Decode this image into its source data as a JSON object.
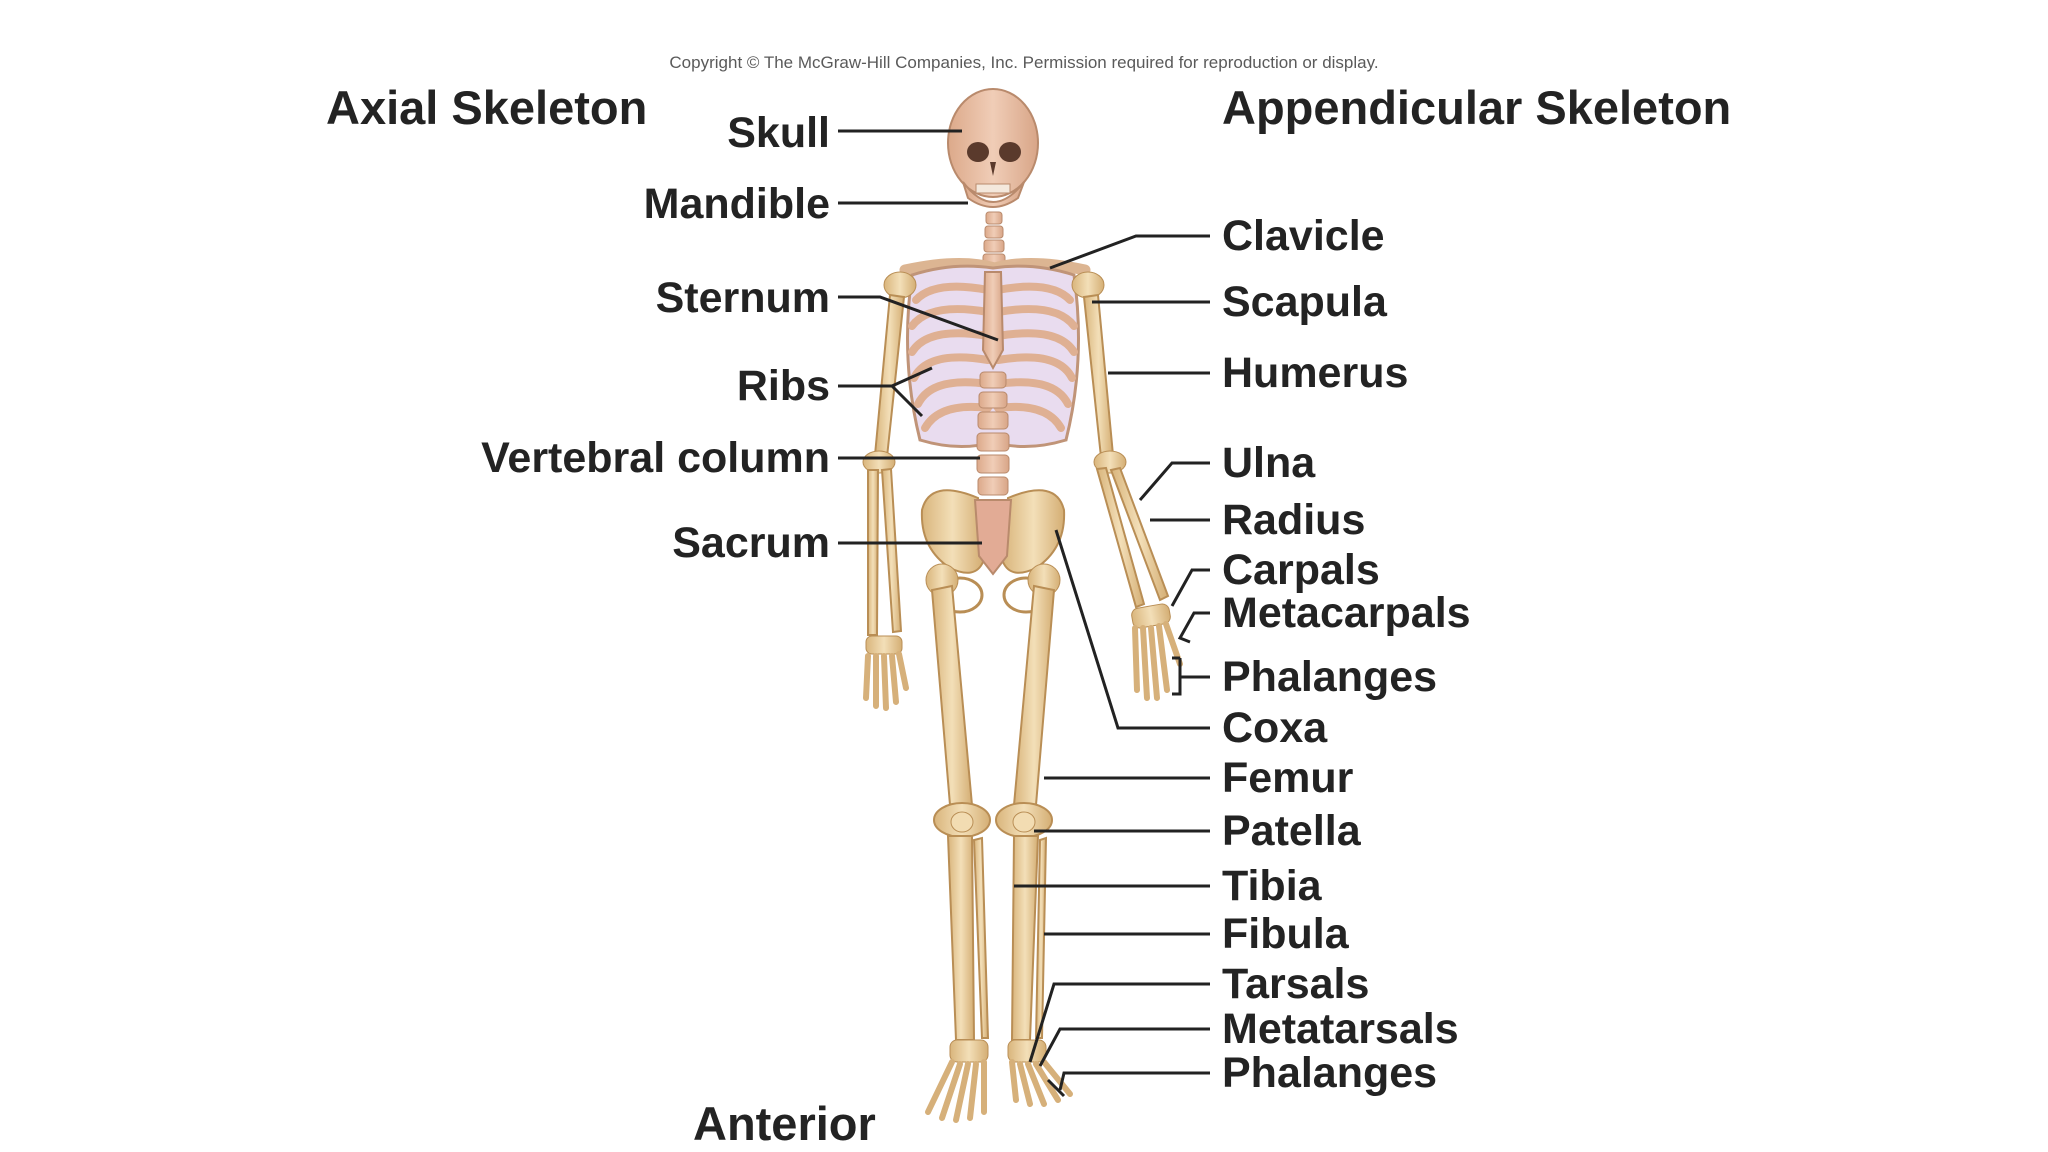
{
  "copyright": "Copyright © The McGraw-Hill Companies, Inc. Permission required for reproduction or display.",
  "headings": {
    "axial": "Axial Skeleton",
    "appendicular": "Appendicular Skeleton",
    "view": "Anterior"
  },
  "axial_labels": {
    "skull": "Skull",
    "mandible": "Mandible",
    "sternum": "Sternum",
    "ribs": "Ribs",
    "vertebral_column": "Vertebral column",
    "sacrum": "Sacrum"
  },
  "appendicular_labels": {
    "clavicle": "Clavicle",
    "scapula": "Scapula",
    "humerus": "Humerus",
    "ulna": "Ulna",
    "radius": "Radius",
    "carpals": "Carpals",
    "metacarpals": "Metacarpals",
    "phalanges_hand": "Phalanges",
    "coxa": "Coxa",
    "femur": "Femur",
    "patella": "Patella",
    "tibia": "Tibia",
    "fibula": "Fibula",
    "tarsals": "Tarsals",
    "metatarsals": "Metatarsals",
    "phalanges_foot": "Phalanges"
  },
  "colors": {
    "bone": "#ecd3a6",
    "bone_shade": "#d3ad72",
    "bone_outline": "#b98e55",
    "torso_bone": "#e8bfa4",
    "rib_gap": "#e9dcef",
    "leader": "#222222",
    "text": "#232323"
  }
}
